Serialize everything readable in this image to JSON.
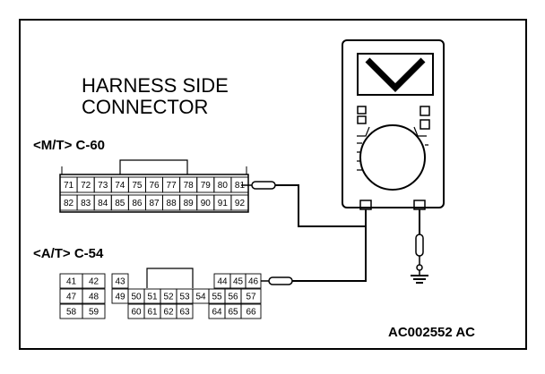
{
  "title_line1": "HARNESS SIDE",
  "title_line2": "CONNECTOR",
  "connector_mt": {
    "label": "<M/T> C-60",
    "row1": [
      "71",
      "72",
      "73",
      "74",
      "75",
      "76",
      "77",
      "78",
      "79",
      "80",
      "81"
    ],
    "row2": [
      "82",
      "83",
      "84",
      "85",
      "86",
      "87",
      "88",
      "89",
      "90",
      "91",
      "92"
    ]
  },
  "connector_at": {
    "label": "<A/T> C-54",
    "row1": [
      "41",
      "42",
      "43",
      "44",
      "45",
      "46"
    ],
    "row2": [
      "47",
      "48",
      "49",
      "50",
      "51",
      "52",
      "53",
      "54",
      "55",
      "56",
      "57"
    ],
    "row3": [
      "58",
      "59",
      "60",
      "61",
      "62",
      "63",
      "64",
      "65",
      "66"
    ]
  },
  "reference_code": "AC002552 AC",
  "colors": {
    "line": "#000000",
    "background": "#ffffff"
  }
}
